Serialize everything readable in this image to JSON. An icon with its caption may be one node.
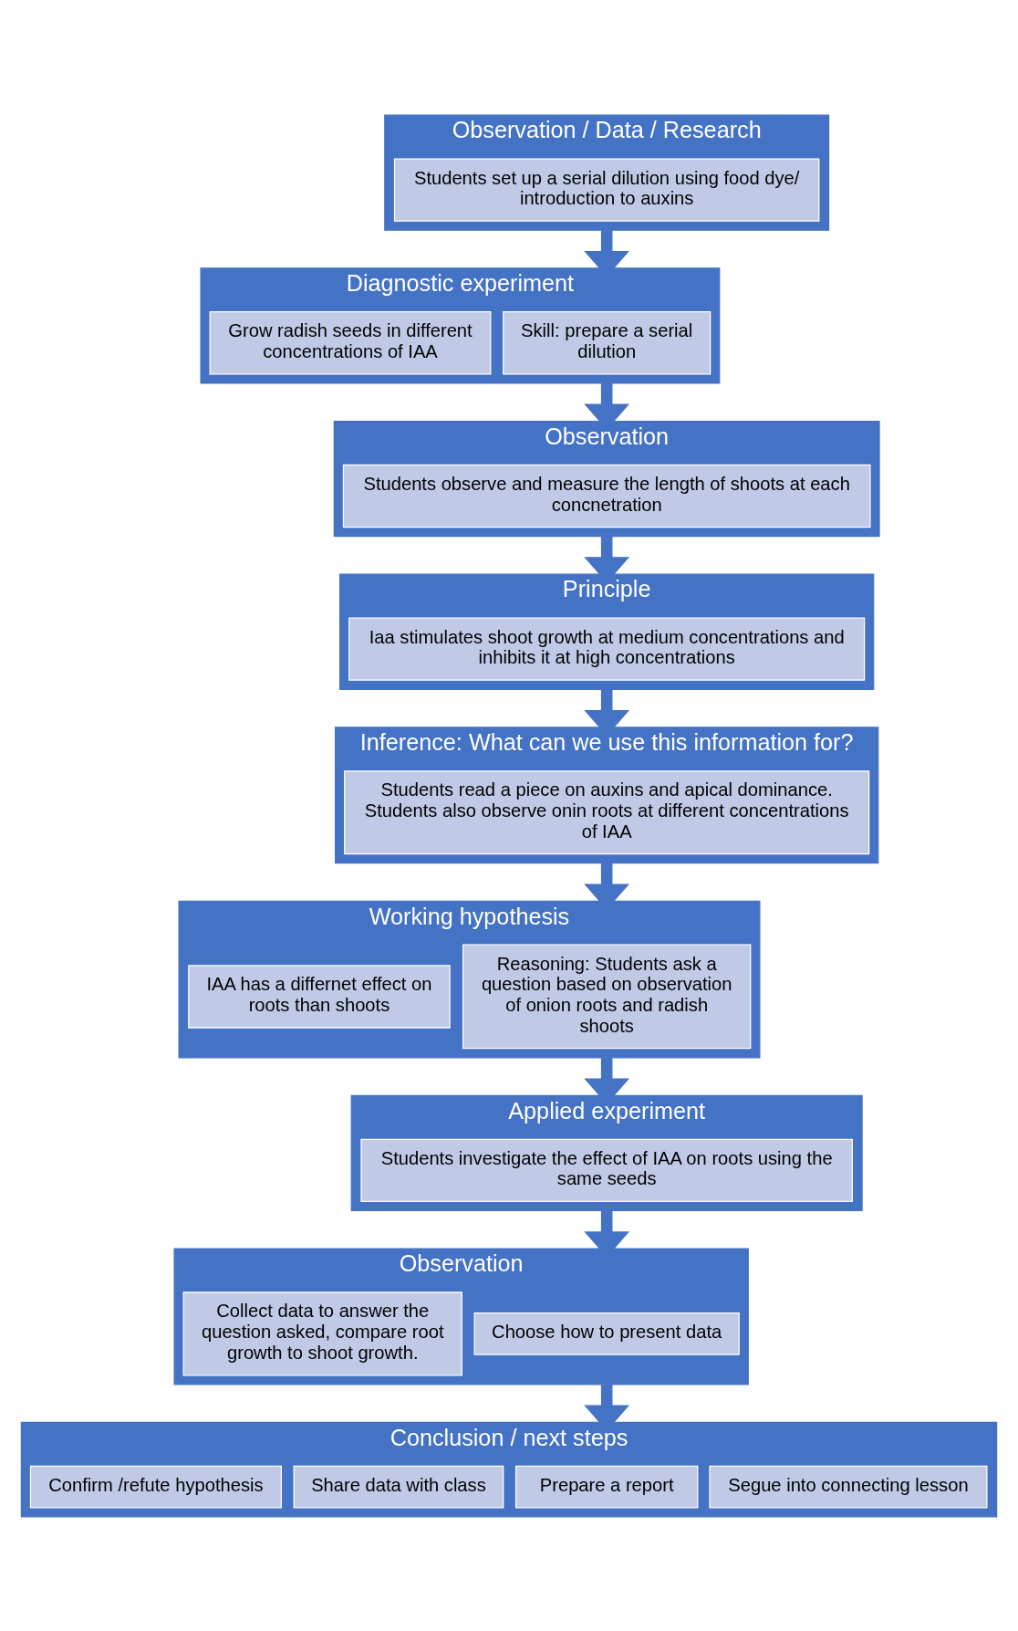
{
  "diagram": {
    "nodes": [
      {
        "text": [
          "Observation / Data / Research"
        ]
      },
      {
        "text": [
          "Students set up a serial dilution using food dye/ introduction to auxins"
        ],
        "in": 0
      },
      {
        "text": [
          "Diagnostic experiment"
        ]
      },
      {
        "text": [
          "Grow radish seeds in different concentrations of IAA"
        ],
        "in": 2
      },
      {
        "text": [
          "Skill: prepare a serial dilution"
        ],
        "in": 2
      },
      {
        "text": [
          "Observation"
        ]
      },
      {
        "text": [
          "Students observe and measure the length of shoots at each concnetration"
        ],
        "in": 5
      },
      {
        "text": [
          "Principle"
        ]
      },
      {
        "text": [
          "Iaa stimulates shoot growth at medium concentrations and inhibits it at high concentrations"
        ],
        "in": 7
      },
      {
        "text": [
          "Inference: What can we use this information for?"
        ]
      },
      {
        "text": [
          "Students read a piece on auxins and apical dominance. Students also observe onin roots at different concentrations of IAA"
        ],
        "in": 9
      },
      {
        "text": [
          "Working hypothesis"
        ]
      },
      {
        "text": [
          "IAA has a differnet effect on roots than shoots"
        ],
        "in": 11
      },
      {
        "text": [
          "Reasoning: Students ask a question based on observation of onion roots and radish shoots"
        ],
        "in": 11
      },
      {
        "text": [
          "Applied experiment"
        ]
      },
      {
        "text": [
          "Students investigate the effect of IAA on roots using the same seeds"
        ],
        "in": 14
      },
      {
        "text": [
          "Observation"
        ]
      },
      {
        "text": [
          "Collect data to answer the question asked, compare root growth to shoot growth."
        ],
        "in": 16
      },
      {
        "text": [
          "Choose how to present data"
        ],
        "in": 16
      },
      {
        "text": [
          "Conclusion / next steps"
        ]
      },
      {
        "text": [
          "Confirm /refute hypothesis"
        ],
        "in": 19
      },
      {
        "text": [
          "Share data with class"
        ],
        "in": 19
      },
      {
        "text": [
          "Prepare a report"
        ],
        "in": 19
      },
      {
        "text": [
          "Segue into connecting lesson"
        ],
        "in": 19
      }
    ],
    "edges": [
      {
        "from": 0,
        "to": 2,
        "arrow": "to"
      },
      {
        "from": 2,
        "to": 5,
        "arrow": "to"
      },
      {
        "from": 5,
        "to": 7,
        "arrow": "to"
      },
      {
        "from": 7,
        "to": 9,
        "arrow": "to"
      },
      {
        "from": 9,
        "to": 11,
        "arrow": "to"
      },
      {
        "from": 11,
        "to": 14,
        "arrow": "to"
      },
      {
        "from": 14,
        "to": 16,
        "arrow": "to"
      },
      {
        "from": 16,
        "to": 19,
        "arrow": "to"
      }
    ]
  }
}
